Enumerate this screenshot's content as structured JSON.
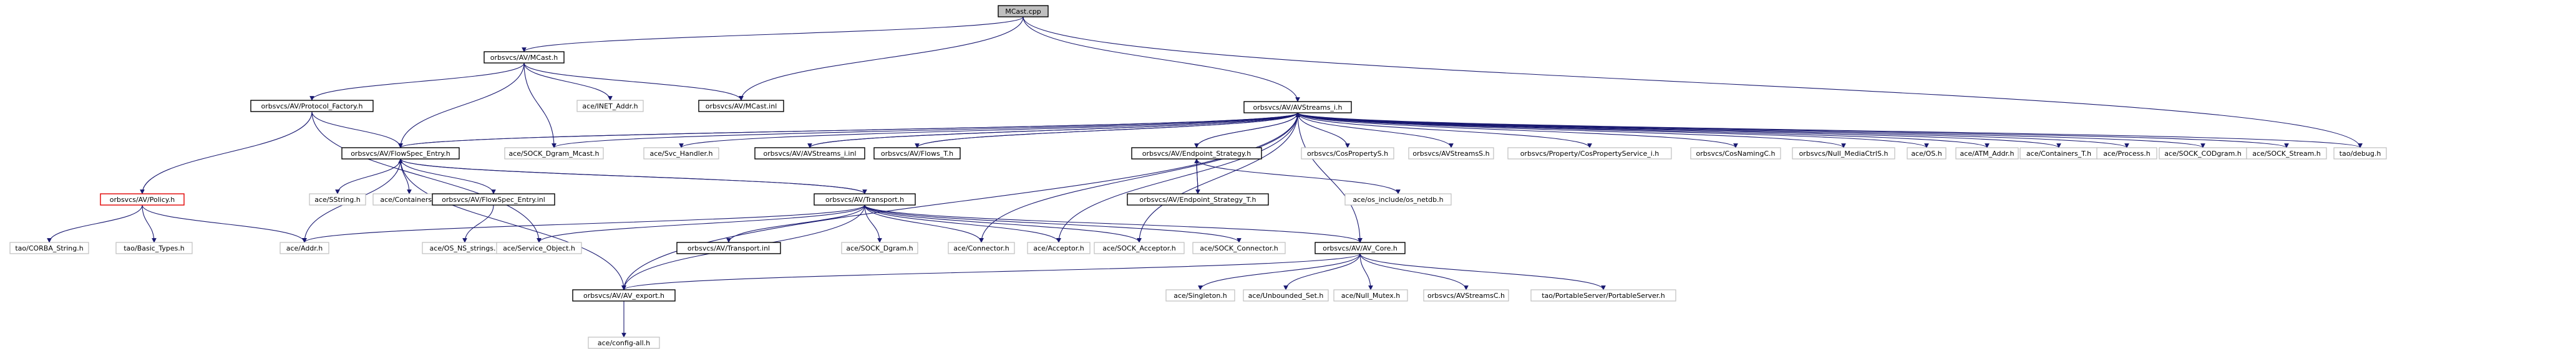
{
  "diagram": {
    "root": "MCast.cpp",
    "nodes": [
      {
        "id": "mcast_cpp",
        "label": "MCast.cpp",
        "style": "root"
      },
      {
        "id": "mcast_h",
        "label": "orbsvcs/AV/MCast.h",
        "style": "framed"
      },
      {
        "id": "avstreams_i_h",
        "label": "orbsvcs/AV/AVStreams_i.h",
        "style": "framed"
      },
      {
        "id": "protocol_factory_h",
        "label": "orbsvcs/AV/Protocol_Factory.h",
        "style": "framed"
      },
      {
        "id": "inet_addr_h",
        "label": "ace/INET_Addr.h",
        "style": "plain"
      },
      {
        "id": "mcast_inl",
        "label": "orbsvcs/AV/MCast.inl",
        "style": "framed"
      },
      {
        "id": "flowspec_entry_h",
        "label": "orbsvcs/AV/FlowSpec_Entry.h",
        "style": "framed"
      },
      {
        "id": "sock_dgram_mcast_h",
        "label": "ace/SOCK_Dgram_Mcast.h",
        "style": "plain"
      },
      {
        "id": "svc_handler_h",
        "label": "ace/Svc_Handler.h",
        "style": "plain"
      },
      {
        "id": "avstreams_i_inl",
        "label": "orbsvcs/AV/AVStreams_i.inl",
        "style": "framed"
      },
      {
        "id": "flows_t_h",
        "label": "orbsvcs/AV/Flows_T.h",
        "style": "framed"
      },
      {
        "id": "endpoint_strategy_h",
        "label": "orbsvcs/AV/Endpoint_Strategy.h",
        "style": "framed"
      },
      {
        "id": "cosproperty_s_h",
        "label": "orbsvcs/CosPropertyS.h",
        "style": "plain"
      },
      {
        "id": "avstreams_s_h",
        "label": "orbsvcs/AVStreamsS.h",
        "style": "plain"
      },
      {
        "id": "cospropertyservice_i_h",
        "label": "orbsvcs/Property/CosPropertyService_i.h",
        "style": "plain"
      },
      {
        "id": "cosnaming_c_h",
        "label": "orbsvcs/CosNamingC.h",
        "style": "plain"
      },
      {
        "id": "null_mediactrl_s_h",
        "label": "orbsvcs/Null_MediaCtrlS.h",
        "style": "plain"
      },
      {
        "id": "os_h",
        "label": "ace/OS.h",
        "style": "plain"
      },
      {
        "id": "atm_addr_h",
        "label": "ace/ATM_Addr.h",
        "style": "plain"
      },
      {
        "id": "containers_t_h",
        "label": "ace/Containers_T.h",
        "style": "plain"
      },
      {
        "id": "process_h",
        "label": "ace/Process.h",
        "style": "plain"
      },
      {
        "id": "sock_codgram_h",
        "label": "ace/SOCK_CODgram.h",
        "style": "plain"
      },
      {
        "id": "sock_stream_h",
        "label": "ace/SOCK_Stream.h",
        "style": "plain"
      },
      {
        "id": "tao_debug_h",
        "label": "tao/debug.h",
        "style": "plain"
      },
      {
        "id": "policy_h",
        "label": "orbsvcs/AV/Policy.h",
        "style": "red"
      },
      {
        "id": "sstring_h",
        "label": "ace/SString.h",
        "style": "plain"
      },
      {
        "id": "containers_h",
        "label": "ace/Containers.h",
        "style": "plain"
      },
      {
        "id": "flowspec_entry_inl",
        "label": "orbsvcs/AV/FlowSpec_Entry.inl",
        "style": "framed"
      },
      {
        "id": "transport_h",
        "label": "orbsvcs/AV/Transport.h",
        "style": "framed"
      },
      {
        "id": "endpoint_strategy_t_h",
        "label": "orbsvcs/AV/Endpoint_Strategy_T.h",
        "style": "framed"
      },
      {
        "id": "os_include_netdb_h",
        "label": "ace/os_include/os_netdb.h",
        "style": "plain"
      },
      {
        "id": "corba_string_h",
        "label": "tao/CORBA_String.h",
        "style": "plain"
      },
      {
        "id": "basic_types_h",
        "label": "tao/Basic_Types.h",
        "style": "plain"
      },
      {
        "id": "addr_h",
        "label": "ace/Addr.h",
        "style": "plain"
      },
      {
        "id": "os_ns_strings_h",
        "label": "ace/OS_NS_strings.h",
        "style": "plain"
      },
      {
        "id": "service_object_h",
        "label": "ace/Service_Object.h",
        "style": "plain"
      },
      {
        "id": "transport_inl",
        "label": "orbsvcs/AV/Transport.inl",
        "style": "framed"
      },
      {
        "id": "sock_dgram_h",
        "label": "ace/SOCK_Dgram.h",
        "style": "plain"
      },
      {
        "id": "connector_h",
        "label": "ace/Connector.h",
        "style": "plain"
      },
      {
        "id": "acceptor_h",
        "label": "ace/Acceptor.h",
        "style": "plain"
      },
      {
        "id": "sock_acceptor_h",
        "label": "ace/SOCK_Acceptor.h",
        "style": "plain"
      },
      {
        "id": "sock_connector_h",
        "label": "ace/SOCK_Connector.h",
        "style": "plain"
      },
      {
        "id": "av_core_h",
        "label": "orbsvcs/AV/AV_Core.h",
        "style": "framed"
      },
      {
        "id": "av_export_h",
        "label": "orbsvcs/AV/AV_export.h",
        "style": "framed"
      },
      {
        "id": "singleton_h",
        "label": "ace/Singleton.h",
        "style": "plain"
      },
      {
        "id": "unbounded_set_h",
        "label": "ace/Unbounded_Set.h",
        "style": "plain"
      },
      {
        "id": "null_mutex_h",
        "label": "ace/Null_Mutex.h",
        "style": "plain"
      },
      {
        "id": "avstreams_c_h",
        "label": "orbsvcs/AVStreamsC.h",
        "style": "plain"
      },
      {
        "id": "portableserver_h",
        "label": "tao/PortableServer/PortableServer.h",
        "style": "plain"
      },
      {
        "id": "config_all_h",
        "label": "ace/config-all.h",
        "style": "plain"
      }
    ],
    "edges": [
      [
        "mcast_cpp",
        "mcast_h"
      ],
      [
        "mcast_cpp",
        "avstreams_i_h"
      ],
      [
        "mcast_cpp",
        "mcast_inl"
      ],
      [
        "mcast_cpp",
        "tao_debug_h"
      ],
      [
        "mcast_h",
        "protocol_factory_h"
      ],
      [
        "mcast_h",
        "inet_addr_h"
      ],
      [
        "mcast_h",
        "mcast_inl"
      ],
      [
        "mcast_h",
        "flowspec_entry_h"
      ],
      [
        "mcast_h",
        "sock_dgram_mcast_h"
      ],
      [
        "protocol_factory_h",
        "policy_h"
      ],
      [
        "protocol_factory_h",
        "flowspec_entry_h"
      ],
      [
        "protocol_factory_h",
        "service_object_h"
      ],
      [
        "policy_h",
        "corba_string_h"
      ],
      [
        "policy_h",
        "basic_types_h"
      ],
      [
        "policy_h",
        "addr_h"
      ],
      [
        "flowspec_entry_h",
        "sstring_h"
      ],
      [
        "flowspec_entry_h",
        "containers_h"
      ],
      [
        "flowspec_entry_h",
        "flowspec_entry_inl"
      ],
      [
        "flowspec_entry_h",
        "transport_h"
      ],
      [
        "flowspec_entry_h",
        "addr_h"
      ],
      [
        "flowspec_entry_h",
        "av_export_h"
      ],
      [
        "flowspec_entry_h",
        "avstreams_i_h"
      ],
      [
        "flowspec_entry_inl",
        "os_ns_strings_h"
      ],
      [
        "avstreams_i_h",
        "sock_dgram_mcast_h"
      ],
      [
        "avstreams_i_h",
        "svc_handler_h"
      ],
      [
        "avstreams_i_h",
        "avstreams_i_inl"
      ],
      [
        "avstreams_i_h",
        "flows_t_h"
      ],
      [
        "avstreams_i_h",
        "endpoint_strategy_h"
      ],
      [
        "avstreams_i_h",
        "cosproperty_s_h"
      ],
      [
        "avstreams_i_h",
        "avstreams_s_h"
      ],
      [
        "avstreams_i_h",
        "cospropertyservice_i_h"
      ],
      [
        "avstreams_i_h",
        "cosnaming_c_h"
      ],
      [
        "avstreams_i_h",
        "null_mediactrl_s_h"
      ],
      [
        "avstreams_i_h",
        "os_h"
      ],
      [
        "avstreams_i_h",
        "atm_addr_h"
      ],
      [
        "avstreams_i_h",
        "containers_t_h"
      ],
      [
        "avstreams_i_h",
        "process_h"
      ],
      [
        "avstreams_i_h",
        "sock_codgram_h"
      ],
      [
        "avstreams_i_h",
        "sock_stream_h"
      ],
      [
        "avstreams_i_h",
        "tao_debug_h"
      ],
      [
        "avstreams_i_h",
        "flowspec_entry_h"
      ],
      [
        "avstreams_i_h",
        "av_core_h"
      ],
      [
        "avstreams_i_h",
        "connector_h"
      ],
      [
        "avstreams_i_h",
        "acceptor_h"
      ],
      [
        "avstreams_i_h",
        "sock_acceptor_h"
      ],
      [
        "avstreams_i_h",
        "av_export_h"
      ],
      [
        "flows_t_h",
        "avstreams_i_h"
      ],
      [
        "avstreams_i_inl",
        "avstreams_i_h"
      ],
      [
        "endpoint_strategy_h",
        "endpoint_strategy_t_h"
      ],
      [
        "endpoint_strategy_h",
        "os_include_netdb_h"
      ],
      [
        "endpoint_strategy_h",
        "avstreams_i_h"
      ],
      [
        "endpoint_strategy_t_h",
        "endpoint_strategy_h"
      ],
      [
        "transport_h",
        "transport_inl"
      ],
      [
        "transport_h",
        "sock_dgram_h"
      ],
      [
        "transport_h",
        "connector_h"
      ],
      [
        "transport_h",
        "acceptor_h"
      ],
      [
        "transport_h",
        "sock_acceptor_h"
      ],
      [
        "transport_h",
        "sock_connector_h"
      ],
      [
        "transport_h",
        "addr_h"
      ],
      [
        "transport_h",
        "service_object_h"
      ],
      [
        "transport_h",
        "av_export_h"
      ],
      [
        "transport_h",
        "av_core_h"
      ],
      [
        "transport_h",
        "flowspec_entry_h"
      ],
      [
        "av_core_h",
        "singleton_h"
      ],
      [
        "av_core_h",
        "unbounded_set_h"
      ],
      [
        "av_core_h",
        "null_mutex_h"
      ],
      [
        "av_core_h",
        "avstreams_c_h"
      ],
      [
        "av_core_h",
        "portableserver_h"
      ],
      [
        "av_core_h",
        "av_export_h"
      ],
      [
        "av_export_h",
        "config_all_h"
      ]
    ]
  }
}
